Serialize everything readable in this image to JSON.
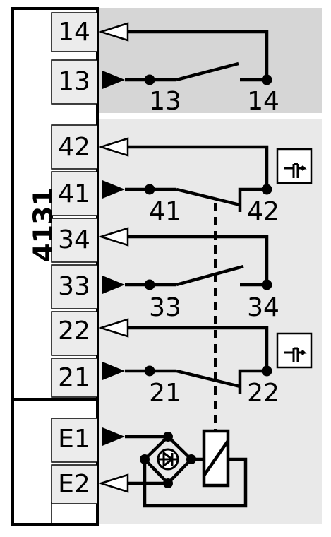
{
  "device_label": "4131",
  "output_terminals": [
    {
      "id": "14",
      "label": "14"
    },
    {
      "id": "13",
      "label": "13"
    },
    {
      "id": "42",
      "label": "42"
    },
    {
      "id": "41",
      "label": "41"
    },
    {
      "id": "34",
      "label": "34"
    },
    {
      "id": "33",
      "label": "33"
    },
    {
      "id": "22",
      "label": "22"
    },
    {
      "id": "21",
      "label": "21"
    }
  ],
  "input_terminals": [
    {
      "id": "E1",
      "label": "E1"
    },
    {
      "id": "E2",
      "label": "E2"
    }
  ],
  "contacts": [
    {
      "id": "c1",
      "type": "NO",
      "left": "13",
      "right": "14"
    },
    {
      "id": "c2",
      "type": "changeover",
      "left": "41",
      "right": "42"
    },
    {
      "id": "c3",
      "type": "NO",
      "left": "33",
      "right": "34"
    },
    {
      "id": "c4",
      "type": "changeover",
      "left": "21",
      "right": "22"
    }
  ],
  "icons": [
    "delay-contact-icon",
    "delay-contact-icon",
    "bridge-rectifier-icon",
    "relay-coil-icon"
  ]
}
